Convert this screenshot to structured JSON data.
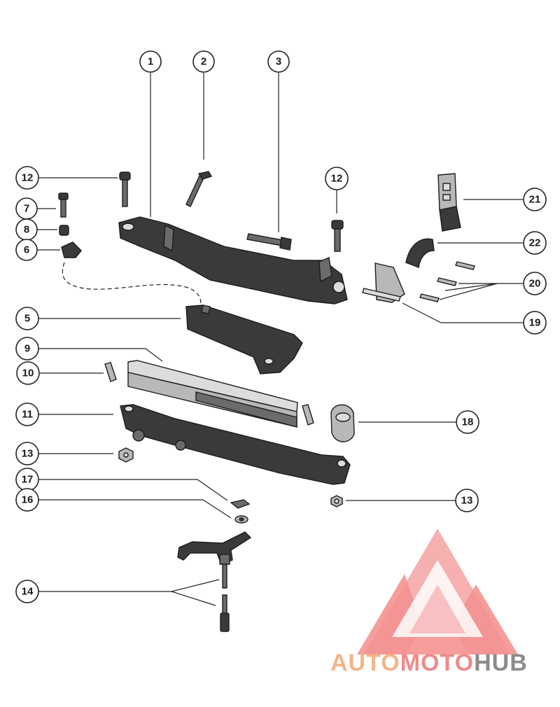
{
  "callouts": [
    {
      "id": "c1",
      "label": "1"
    },
    {
      "id": "c2",
      "label": "2"
    },
    {
      "id": "c3",
      "label": "3"
    },
    {
      "id": "c12a",
      "label": "12"
    },
    {
      "id": "c12b",
      "label": "12"
    },
    {
      "id": "c21",
      "label": "21"
    },
    {
      "id": "c7",
      "label": "7"
    },
    {
      "id": "c8",
      "label": "8"
    },
    {
      "id": "c6",
      "label": "6"
    },
    {
      "id": "c22",
      "label": "22"
    },
    {
      "id": "c20",
      "label": "20"
    },
    {
      "id": "c19",
      "label": "19"
    },
    {
      "id": "c5",
      "label": "5"
    },
    {
      "id": "c9",
      "label": "9"
    },
    {
      "id": "c10",
      "label": "10"
    },
    {
      "id": "c11",
      "label": "11"
    },
    {
      "id": "c18",
      "label": "18"
    },
    {
      "id": "c13a",
      "label": "13"
    },
    {
      "id": "c13b",
      "label": "13"
    },
    {
      "id": "c17",
      "label": "17"
    },
    {
      "id": "c16",
      "label": "16"
    },
    {
      "id": "c14",
      "label": "14"
    }
  ],
  "watermark": {
    "part1": "AUTO",
    "part2": "MOTO",
    "part3": "HUB",
    "color_auto": "#f5b48a",
    "color_moto": "#f08a8a",
    "color_hub": "#8c8c8c",
    "logo_color": "#f27f7f"
  }
}
